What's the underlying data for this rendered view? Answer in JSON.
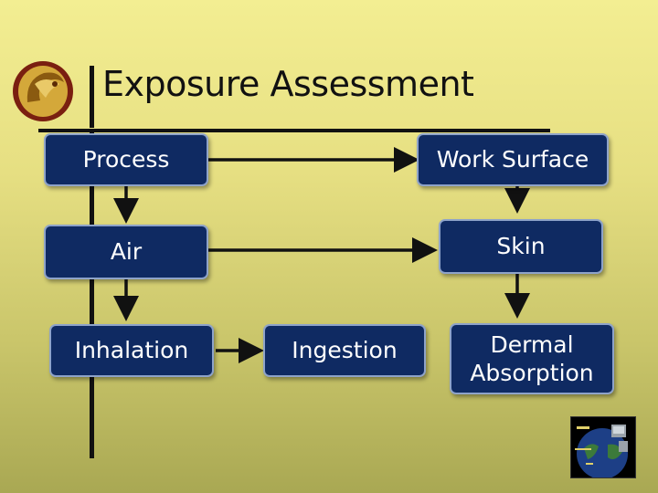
{
  "slide": {
    "title": "Exposure Assessment"
  },
  "diagram": {
    "nodes": {
      "process": "Process",
      "work_surface": "Work Surface",
      "air": "Air",
      "skin": "Skin",
      "inhalation": "Inhalation",
      "ingestion": "Ingestion",
      "dermal_absorption": "Dermal Absorption"
    },
    "colors": {
      "box_fill": "#0f2a62",
      "box_border": "#8ea3c9",
      "arrow": "#111111"
    }
  },
  "icons": {
    "logo": "pegasus-logo-icon",
    "badge": "globe-badge-icon"
  }
}
